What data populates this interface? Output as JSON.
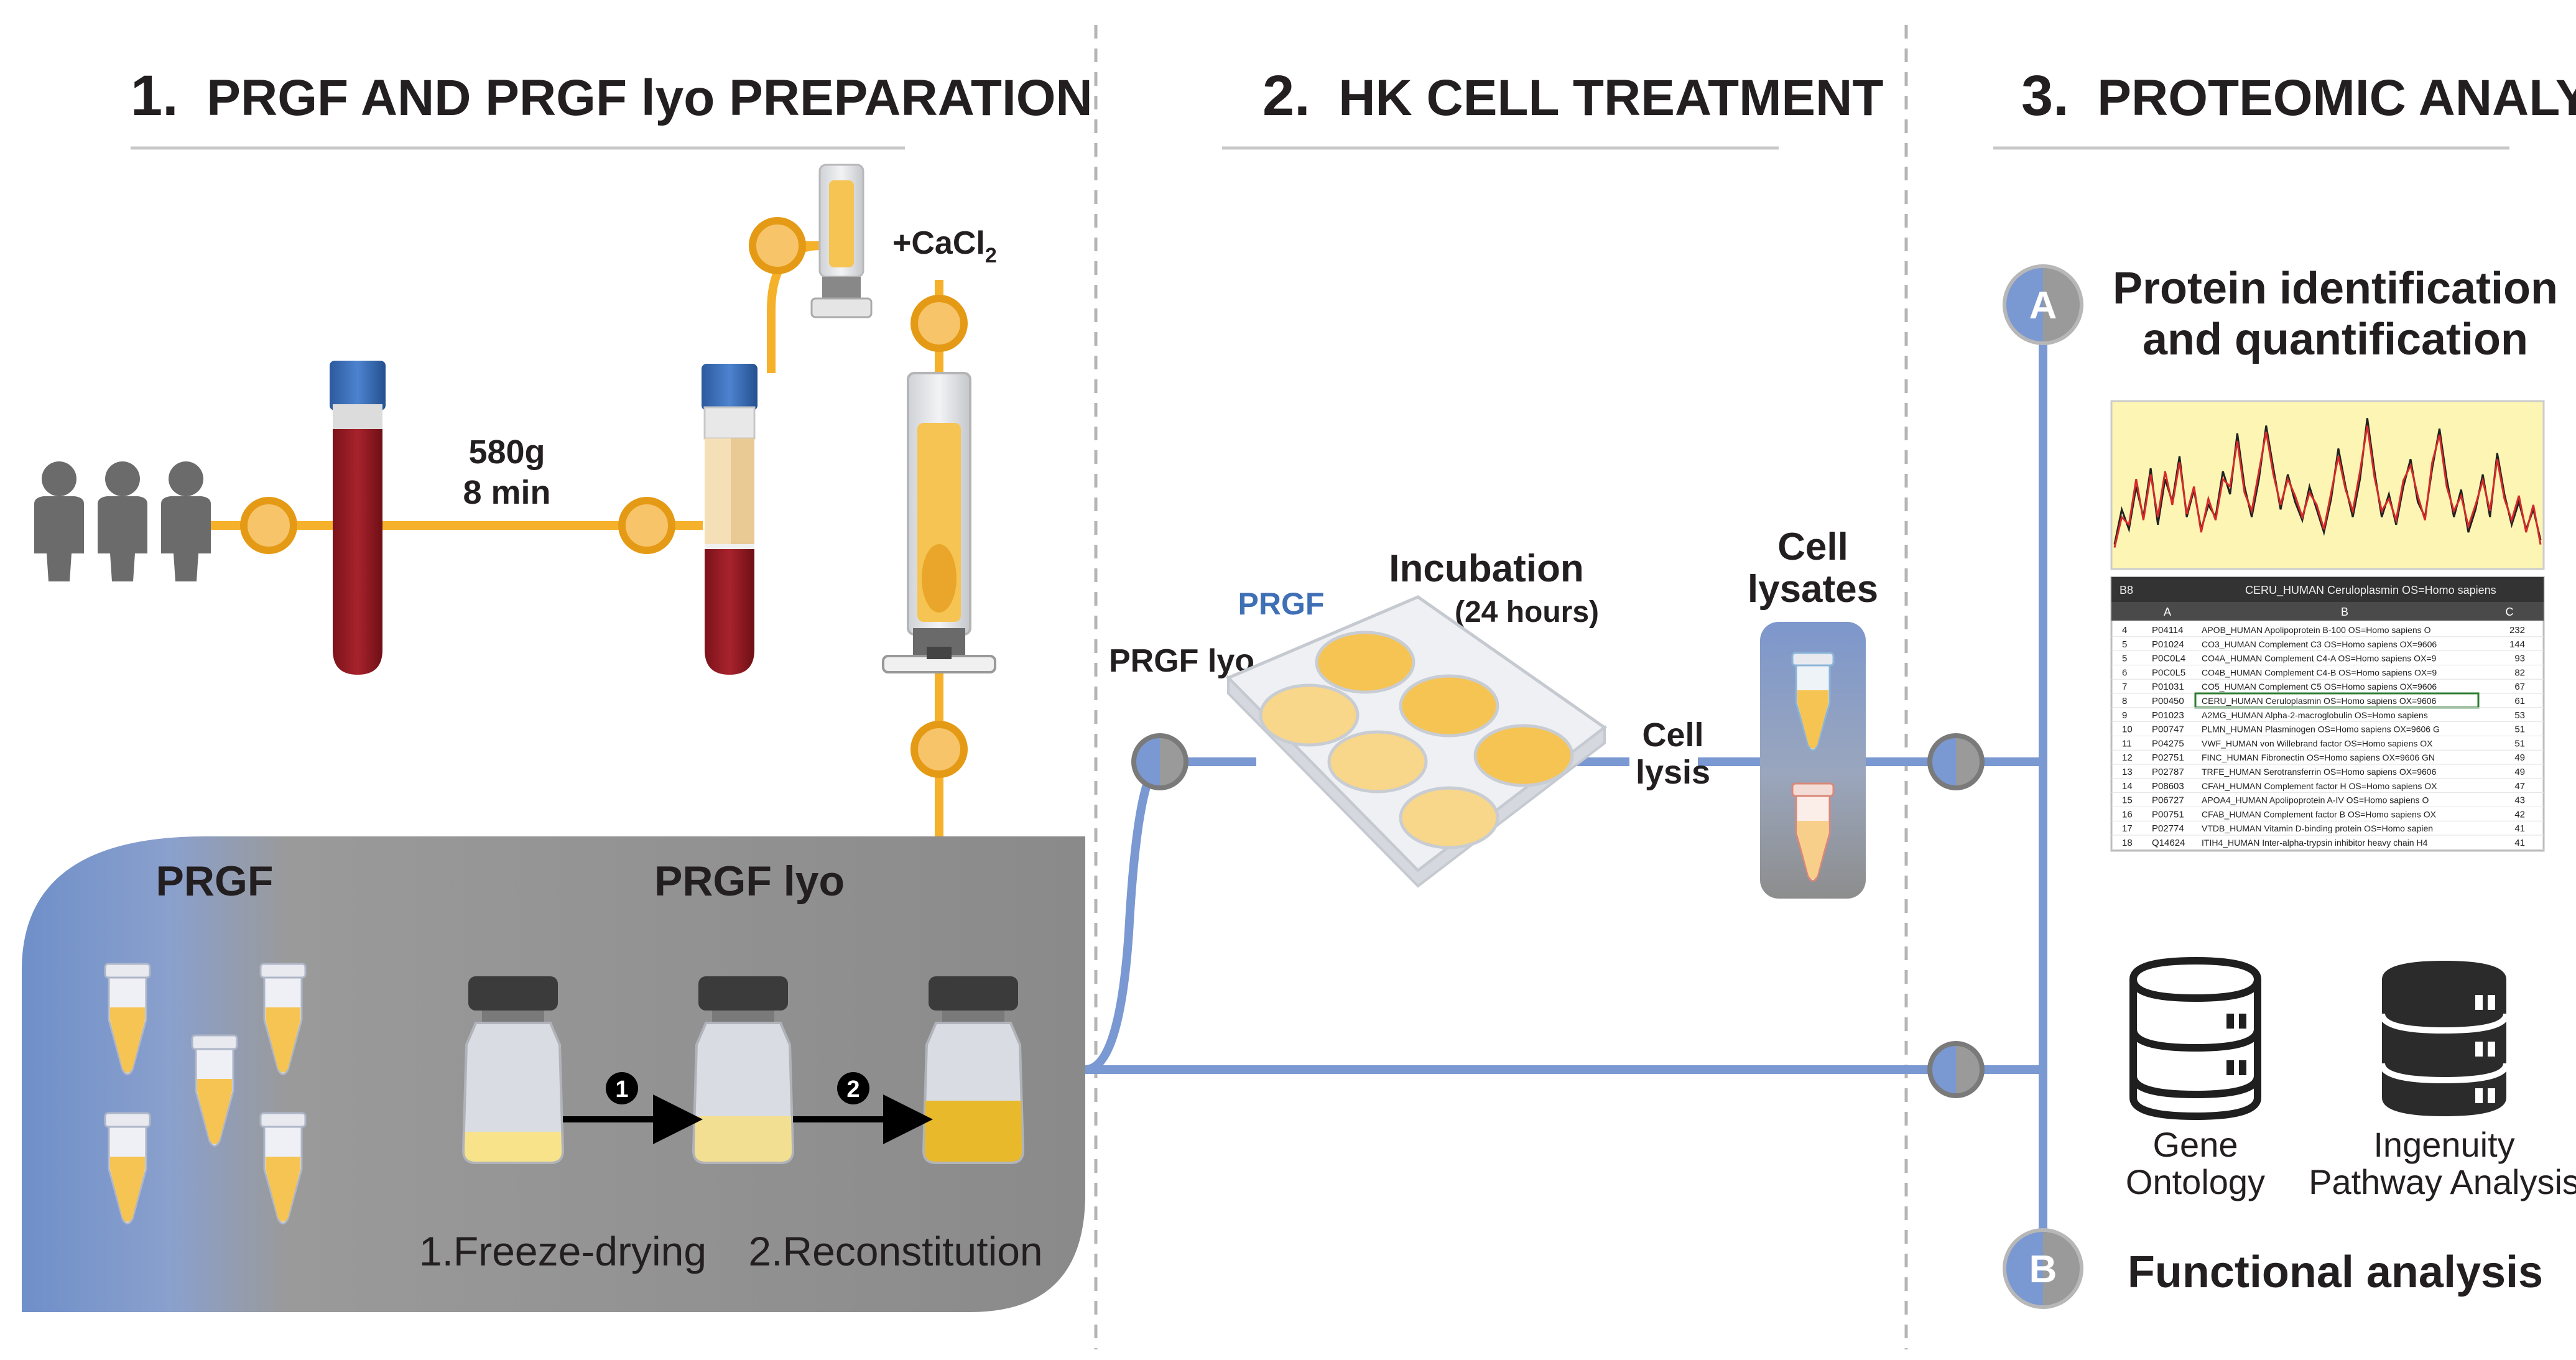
{
  "sections": [
    {
      "number": "1.",
      "title": "PRGF AND PRGF lyo PREPARATION"
    },
    {
      "number": "2.",
      "title": "HK CELL TREATMENT"
    },
    {
      "number": "3.",
      "title": "PROTEOMIC ANALYSIS"
    }
  ],
  "preparation": {
    "centrifugation": {
      "line1": "580g",
      "line2": "8 min"
    },
    "cacl2": "+CaCl",
    "cacl2_sub": "2",
    "prgf_label": "PRGF",
    "prgf_lyo_label": "PRGF lyo",
    "steps": [
      {
        "marker": "1",
        "label": "1.Freeze-drying"
      },
      {
        "marker": "2",
        "label": "2.Reconstitution"
      }
    ]
  },
  "treatment": {
    "prgf_lyo_label": "PRGF lyo",
    "prgf_label": "PRGF",
    "incubation": "Incubation",
    "incubation_time": "(24 hours)",
    "cell_lysis": {
      "line1": "Cell",
      "line2": "lysis"
    },
    "cell_lysates": {
      "line1": "Cell",
      "line2": "lysates"
    }
  },
  "proteomics": {
    "a": {
      "marker": "A",
      "line1": "Protein identification",
      "line2": "and quantification"
    },
    "b": {
      "marker": "B",
      "label": "Functional analysis"
    },
    "databases": [
      {
        "line1": "Gene",
        "line2": "Ontology"
      },
      {
        "line1": "Ingenuity",
        "line2": "Pathway Analysis"
      }
    ],
    "spreadsheet": {
      "cell_ref": "B8",
      "formula": "CERU_HUMAN Ceruloplasmin OS=Homo sapiens",
      "columns": [
        "A",
        "B",
        "C"
      ],
      "rows": [
        [
          "4",
          "P04114",
          "APOB_HUMAN Apolipoprotein B-100 OS=Homo sapiens O",
          "232"
        ],
        [
          "5",
          "P01024",
          "CO3_HUMAN Complement C3 OS=Homo sapiens OX=9606",
          "144"
        ],
        [
          "5",
          "P0C0L4",
          "CO4A_HUMAN Complement C4-A OS=Homo sapiens OX=9",
          "93"
        ],
        [
          "6",
          "P0C0L5",
          "CO4B_HUMAN Complement C4-B OS=Homo sapiens OX=9",
          "82"
        ],
        [
          "7",
          "P01031",
          "CO5_HUMAN Complement C5 OS=Homo sapiens OX=9606",
          "67"
        ],
        [
          "8",
          "P00450",
          "CERU_HUMAN Ceruloplasmin OS=Homo sapiens OX=9606",
          "61"
        ],
        [
          "9",
          "P01023",
          "A2MG_HUMAN Alpha-2-macroglobulin OS=Homo sapiens",
          "53"
        ],
        [
          "10",
          "P00747",
          "PLMN_HUMAN Plasminogen OS=Homo sapiens OX=9606 G",
          "51"
        ],
        [
          "11",
          "P04275",
          "VWF_HUMAN von Willebrand factor OS=Homo sapiens OX",
          "51"
        ],
        [
          "12",
          "P02751",
          "FINC_HUMAN Fibronectin OS=Homo sapiens OX=9606 GN",
          "49"
        ],
        [
          "13",
          "P02787",
          "TRFE_HUMAN Serotransferrin OS=Homo sapiens OX=9606",
          "49"
        ],
        [
          "14",
          "P08603",
          "CFAH_HUMAN Complement factor H OS=Homo sapiens OX",
          "47"
        ],
        [
          "15",
          "P06727",
          "APOA4_HUMAN Apolipoprotein A-IV OS=Homo sapiens O",
          "43"
        ],
        [
          "16",
          "P00751",
          "CFAB_HUMAN Complement factor B OS=Homo sapiens OX",
          "42"
        ],
        [
          "17",
          "P02774",
          "VTDB_HUMAN Vitamin D-binding protein OS=Homo sapien",
          "41"
        ],
        [
          "18",
          "Q14624",
          "ITIH4_HUMAN Inter-alpha-trypsin inhibitor heavy chain H4",
          "41"
        ]
      ]
    },
    "chromatogram": {
      "black": [
        0.12,
        0.35,
        0.22,
        0.5,
        0.3,
        0.62,
        0.25,
        0.55,
        0.4,
        0.7,
        0.3,
        0.48,
        0.22,
        0.38,
        0.3,
        0.6,
        0.45,
        0.85,
        0.5,
        0.3,
        0.55,
        0.9,
        0.62,
        0.35,
        0.58,
        0.4,
        0.28,
        0.5,
        0.35,
        0.2,
        0.42,
        0.75,
        0.5,
        0.3,
        0.55,
        0.95,
        0.6,
        0.3,
        0.45,
        0.25,
        0.5,
        0.68,
        0.4,
        0.3,
        0.62,
        0.88,
        0.55,
        0.3,
        0.48,
        0.2,
        0.35,
        0.58,
        0.3,
        0.72,
        0.45,
        0.25,
        0.4,
        0.22,
        0.35,
        0.15
      ],
      "red": [
        0.1,
        0.3,
        0.25,
        0.55,
        0.28,
        0.58,
        0.3,
        0.6,
        0.38,
        0.66,
        0.32,
        0.5,
        0.2,
        0.42,
        0.28,
        0.55,
        0.5,
        0.8,
        0.46,
        0.34,
        0.6,
        0.86,
        0.58,
        0.38,
        0.55,
        0.44,
        0.3,
        0.46,
        0.38,
        0.22,
        0.46,
        0.7,
        0.48,
        0.34,
        0.6,
        0.9,
        0.56,
        0.34,
        0.42,
        0.28,
        0.54,
        0.64,
        0.44,
        0.28,
        0.66,
        0.84,
        0.5,
        0.34,
        0.44,
        0.24,
        0.38,
        0.54,
        0.34,
        0.68,
        0.42,
        0.28,
        0.44,
        0.2,
        0.38,
        0.12
      ]
    }
  },
  "colors": {
    "orange": "#f6b12a",
    "orange_dark": "#e59a15",
    "blue": "#6f8fc9",
    "gray_box": "#8d8d8d",
    "blood": "#9b1c24",
    "plasma": "#f6c453"
  }
}
